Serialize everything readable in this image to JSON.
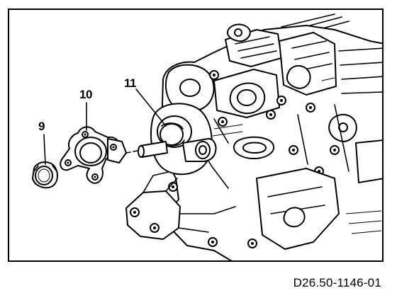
{
  "callouts": {
    "part_9": "9",
    "part_10": "10",
    "part_11": "11"
  },
  "figure_code": "D26.50-1146-01",
  "colors": {
    "line": "#000000",
    "background": "#ffffff"
  }
}
